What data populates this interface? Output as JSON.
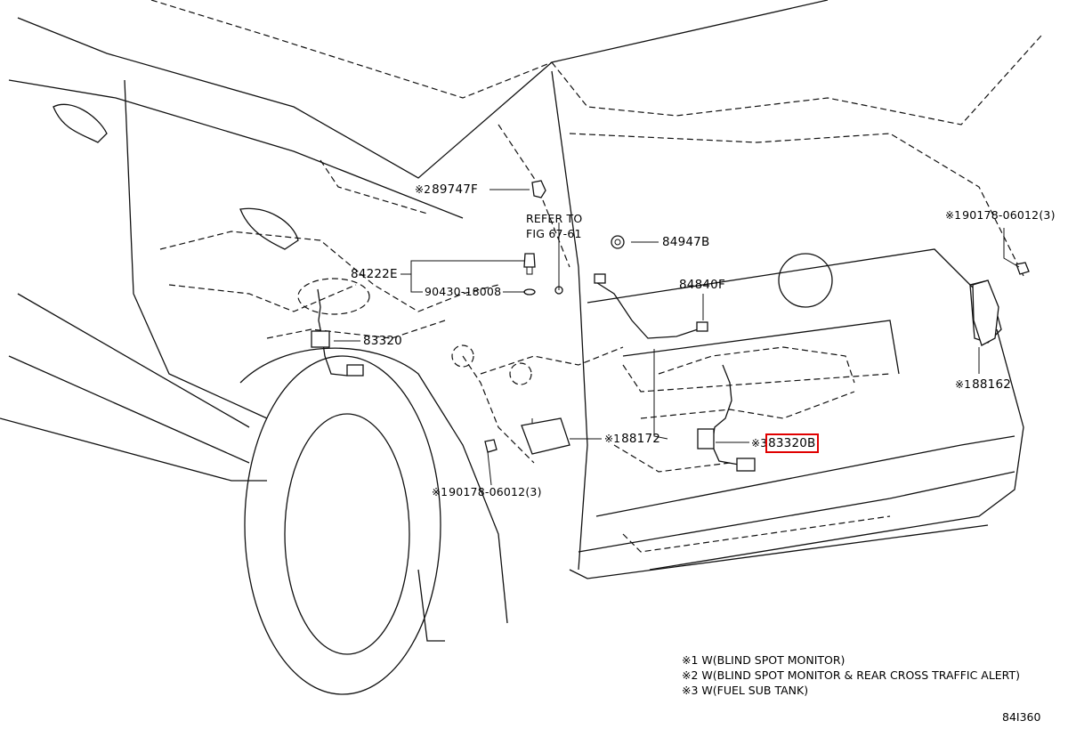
{
  "reference": {
    "line1": "REFER TO",
    "line2": "FIG 67-61"
  },
  "callouts": [
    {
      "id": "89747F",
      "mark": "※2",
      "label": "89747F"
    },
    {
      "id": "84947B",
      "mark": "",
      "label": "84947B"
    },
    {
      "id": "84222E",
      "mark": "",
      "label": "84222E"
    },
    {
      "id": "90430-18008",
      "mark": "",
      "label": "90430-18008"
    },
    {
      "id": "84840F",
      "mark": "",
      "label": "84840F"
    },
    {
      "id": "83320",
      "mark": "",
      "label": "83320"
    },
    {
      "id": "90178-06012-right",
      "mark": "※1",
      "label": "90178-06012(3)"
    },
    {
      "id": "88162",
      "mark": "※1",
      "label": "88162"
    },
    {
      "id": "88172",
      "mark": "※1",
      "label": "88172"
    },
    {
      "id": "83320B",
      "mark": "※3",
      "label": "83320B",
      "highlighted": true
    },
    {
      "id": "90178-06012-left",
      "mark": "※1",
      "label": "90178-06012(3)"
    }
  ],
  "legend": [
    "※1 W(BLIND SPOT MONITOR)",
    "※2 W(BLIND SPOT MONITOR & REAR CROSS TRAFFIC ALERT)",
    "※3 W(FUEL SUB TANK)"
  ],
  "figure_number": "84I360",
  "highlight_color": "#e00000"
}
